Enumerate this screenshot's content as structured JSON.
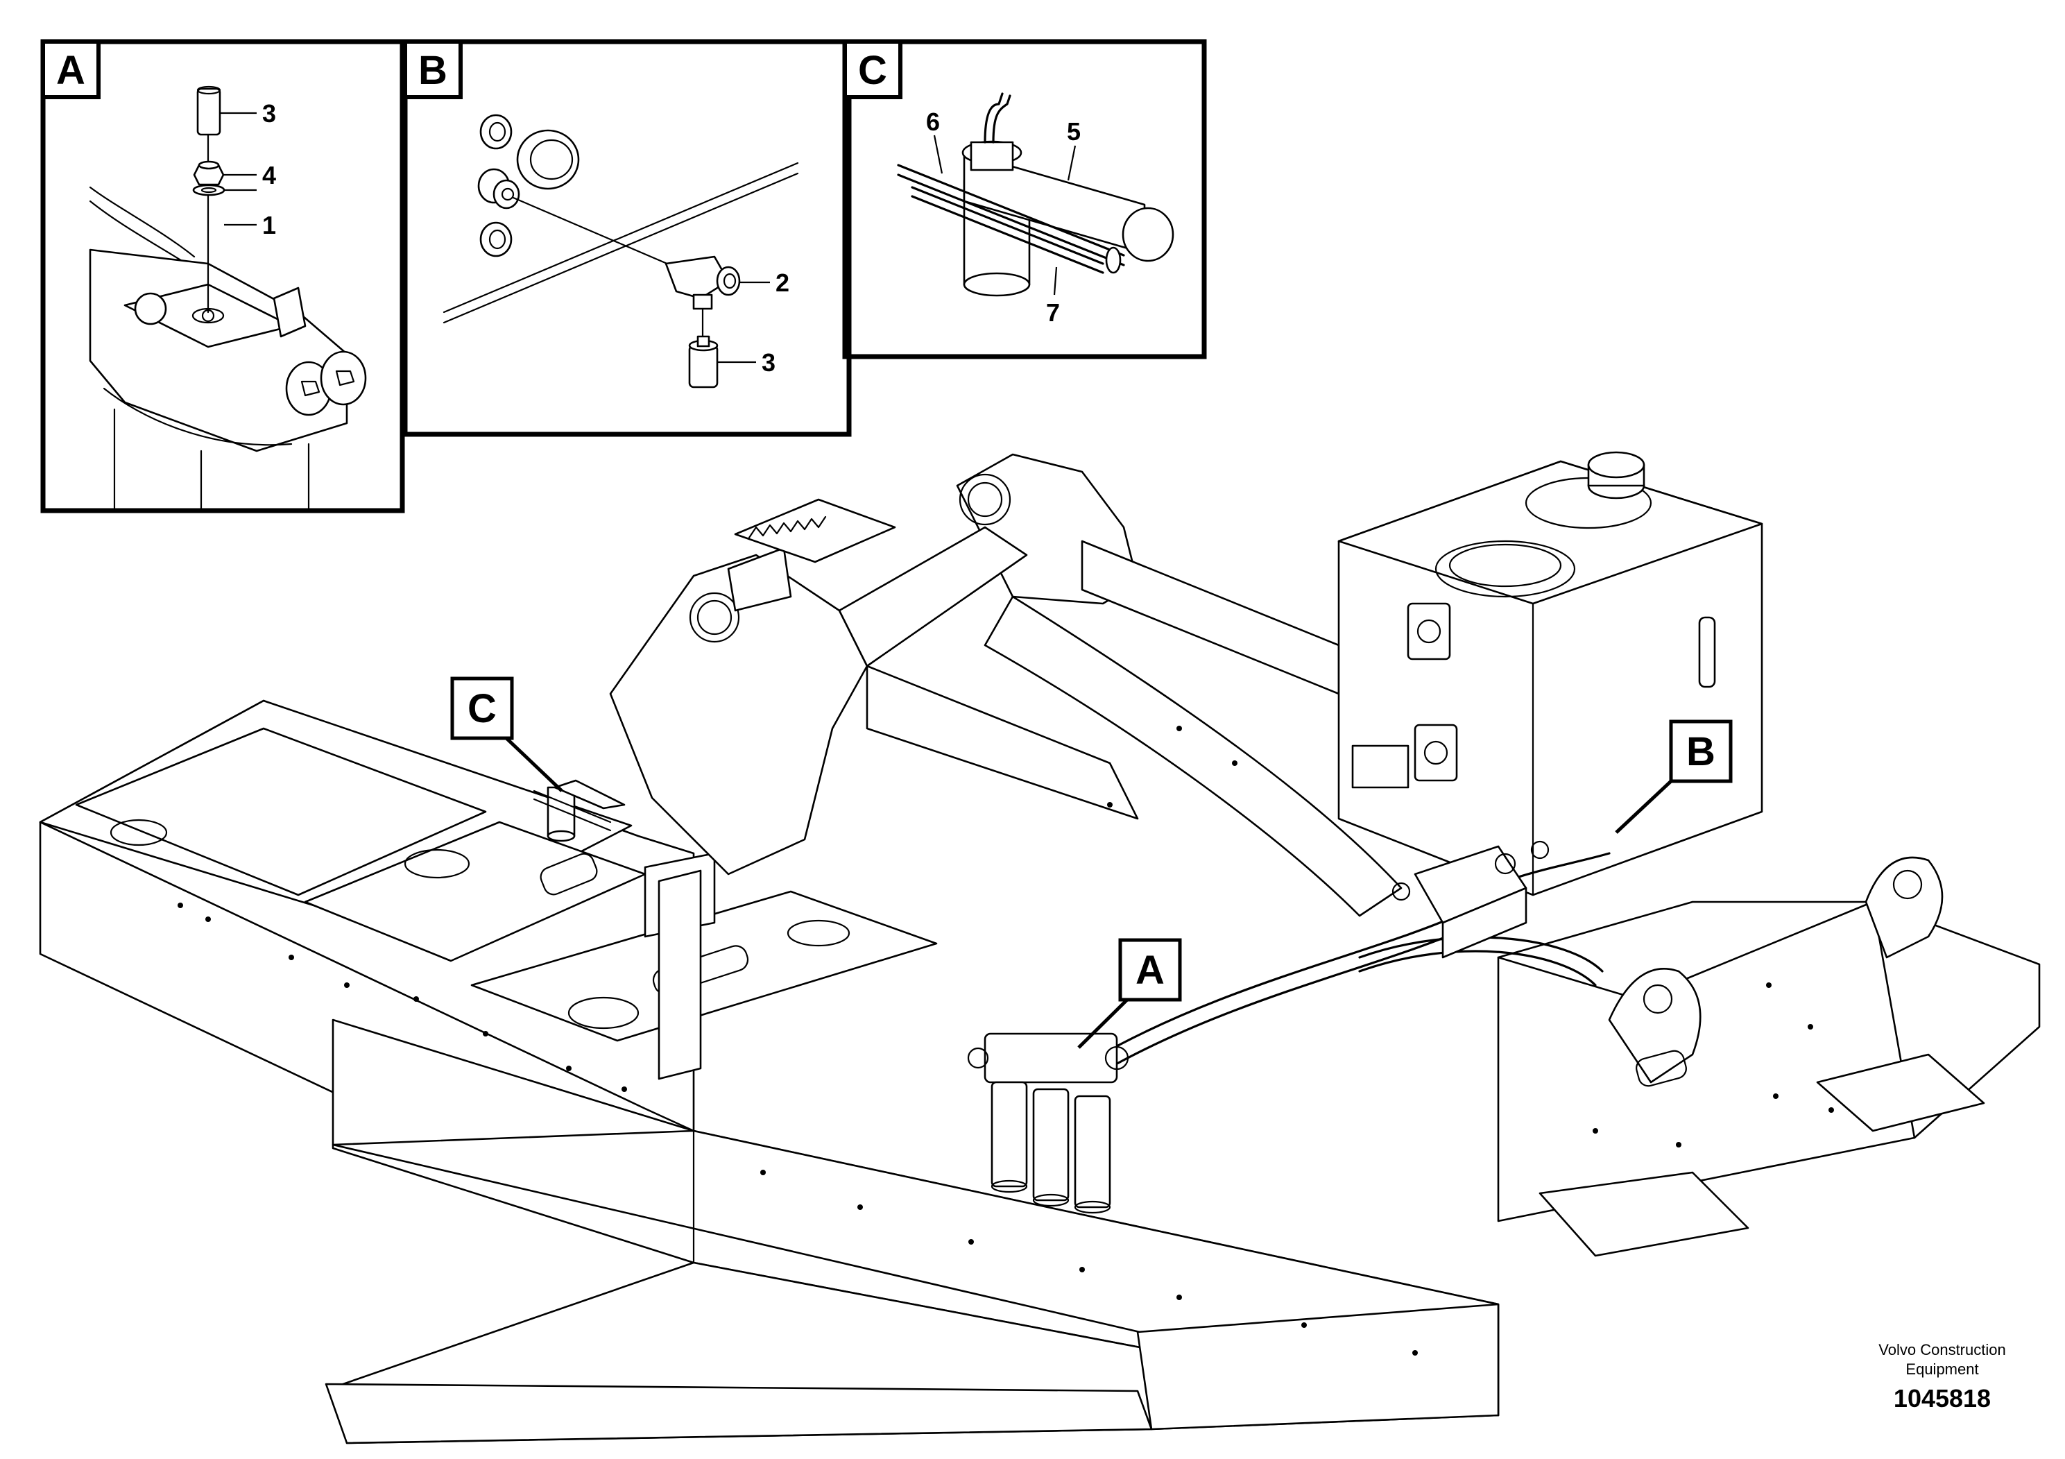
{
  "insets": [
    {
      "letter": "A",
      "callouts": [
        "3",
        "4",
        "1"
      ]
    },
    {
      "letter": "B",
      "callouts": [
        "2",
        "3"
      ]
    },
    {
      "letter": "C",
      "callouts": [
        "6",
        "5",
        "7"
      ]
    }
  ],
  "main_callouts": {
    "a": "A",
    "b": "B",
    "c": "C"
  },
  "footer": {
    "brand_line1": "Volvo Construction",
    "brand_line2": "Equipment",
    "drawing_number": "1045818"
  }
}
